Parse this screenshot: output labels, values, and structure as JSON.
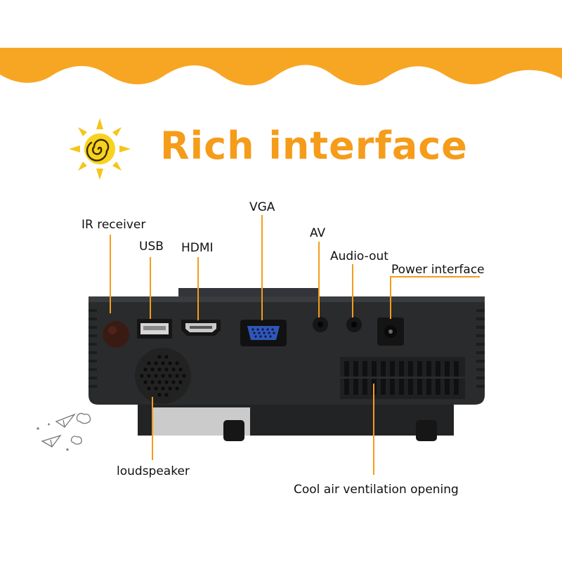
{
  "heading": "Rich interface",
  "colors": {
    "accent": "#f59c1a",
    "device": "#2a2b2d",
    "background": "#ffffff"
  },
  "icons": {
    "sun": "sun-swirl-icon",
    "doodle": "paper-plane-doodle-icon"
  },
  "labels": {
    "ir_receiver": "IR receiver",
    "usb": "USB",
    "hdmi": "HDMI",
    "vga": "VGA",
    "av": "AV",
    "audio_out": "Audio-out",
    "power": "Power interface",
    "loudspeaker": "loudspeaker",
    "ventilation": "Cool air ventilation opening"
  }
}
